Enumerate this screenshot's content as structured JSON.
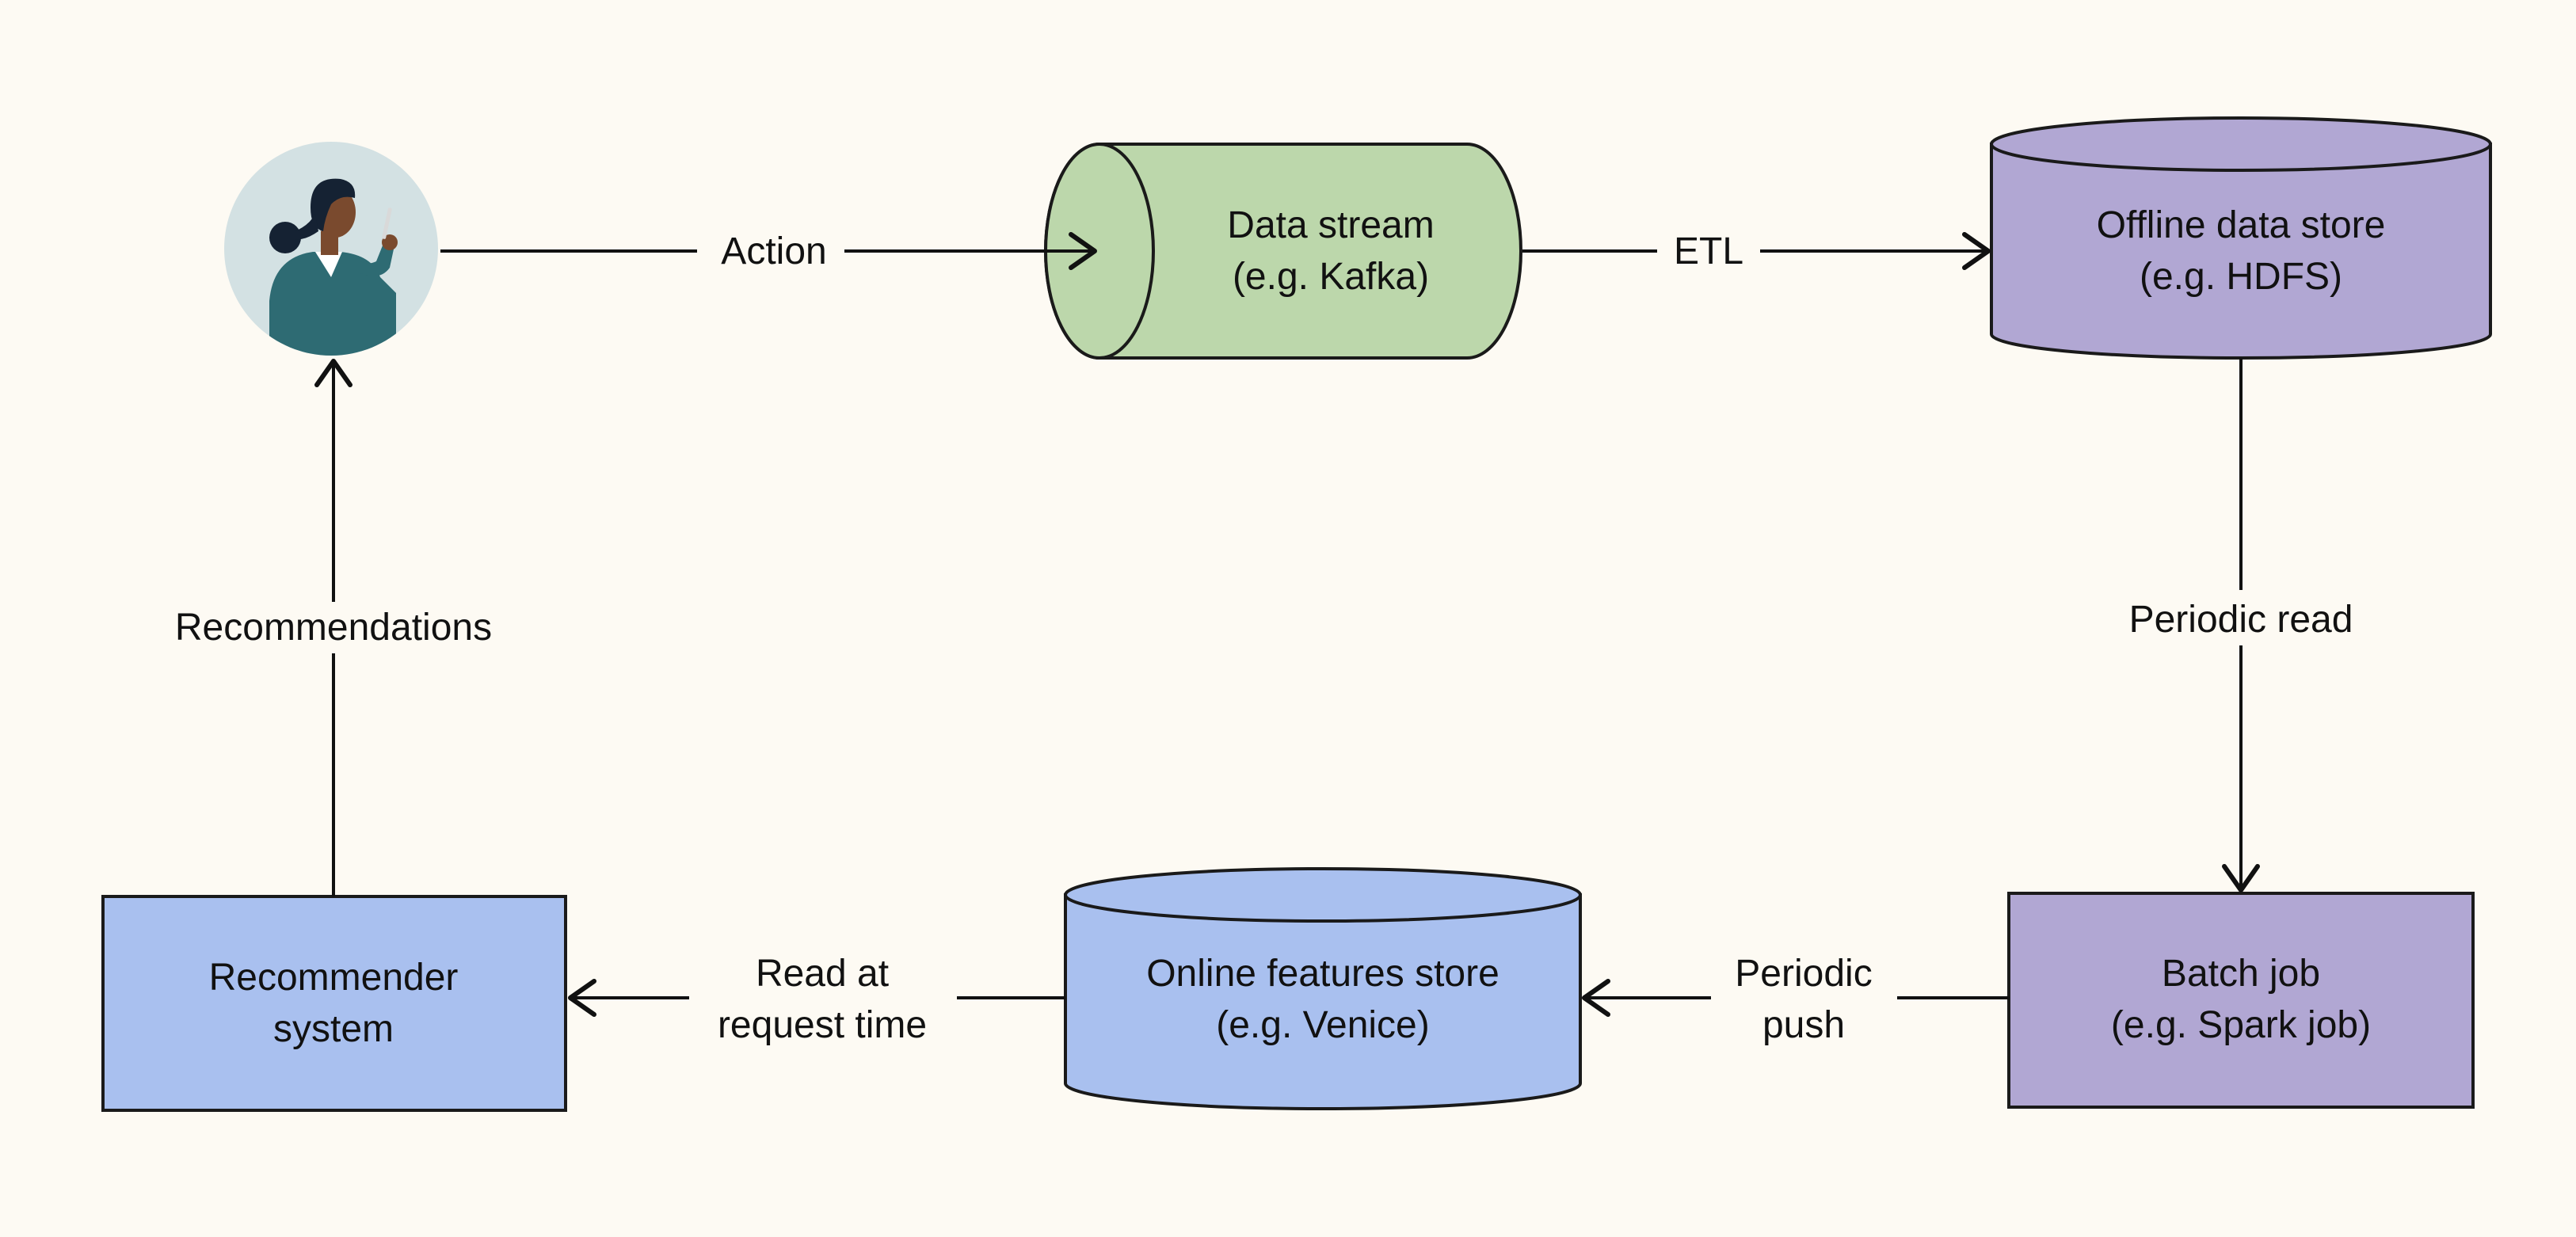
{
  "diagram": {
    "nodes": {
      "user": {
        "icon": "person-avatar-icon"
      },
      "data_stream": {
        "line1": "Data stream",
        "line2": "(e.g. Kafka)"
      },
      "offline_store": {
        "line1": "Offline data store",
        "line2": "(e.g. HDFS)"
      },
      "batch_job": {
        "line1": "Batch job",
        "line2": "(e.g. Spark job)"
      },
      "online_store": {
        "line1": "Online features store",
        "line2": "(e.g. Venice)"
      },
      "recommender": {
        "line1": "Recommender",
        "line2": "system"
      }
    },
    "edges": {
      "action": "Action",
      "etl": "ETL",
      "periodic_read": "Periodic read",
      "periodic_push_1": "Periodic",
      "periodic_push_2": "push",
      "read_request_1": "Read at",
      "read_request_2": "request time",
      "recommendations": "Recommendations"
    }
  },
  "colors": {
    "background": "#fdfaf3",
    "data_stream": "#bcd7ab",
    "offline_store": "#b1a7d3",
    "batch_job": "#b1a7d3",
    "online_store": "#a9c0ef",
    "recommender": "#a9c0ef",
    "avatar_bg": "#d3e1e3",
    "avatar_suit": "#2e6b73"
  }
}
